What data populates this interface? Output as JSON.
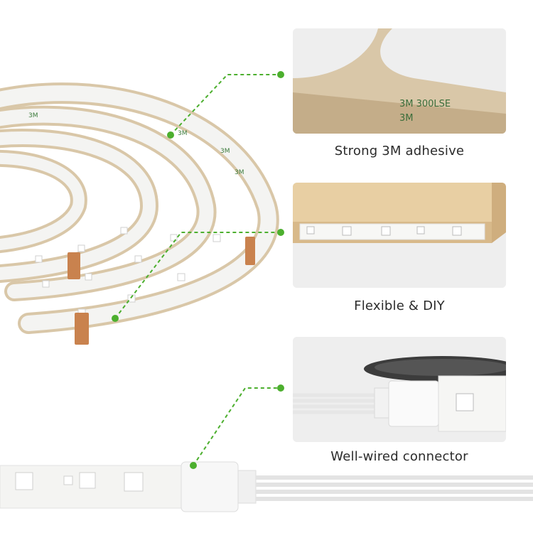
{
  "features": [
    {
      "caption": "Strong 3M adhesive",
      "image": "3m-adhesive-tape-closeup"
    },
    {
      "caption": "Flexible & DIY",
      "image": "led-strip-on-wood-edge"
    },
    {
      "caption": "Well-wired connector",
      "image": "strip-connector-closeup"
    }
  ],
  "tape_print": "3M 300LSE",
  "colors": {
    "accent": "#4caf2e",
    "strip": "#f4f4f2",
    "adhesive": "#d9c7a8",
    "copper": "#c9824e",
    "wood": "#e8cfa3"
  }
}
